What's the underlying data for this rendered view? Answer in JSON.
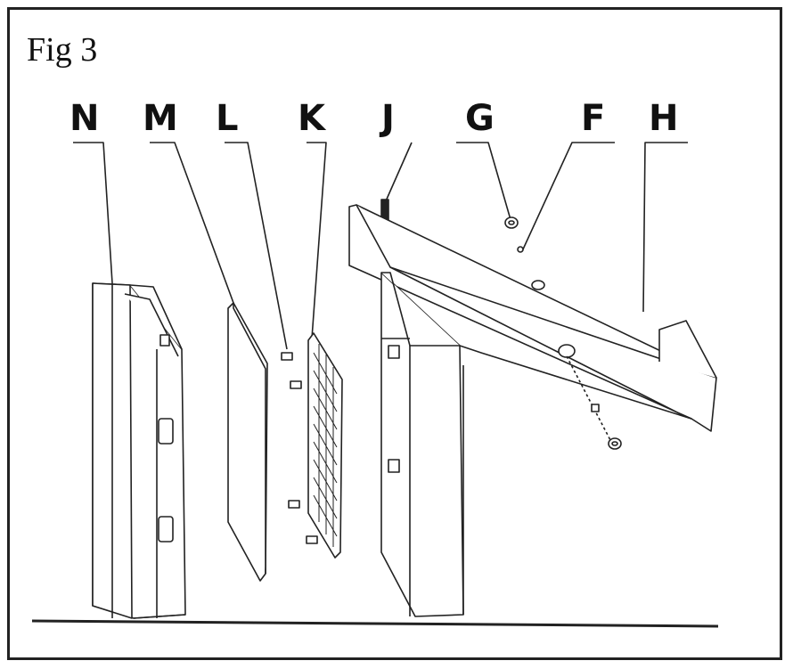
{
  "figure": {
    "title": "Fig 3"
  },
  "parts": [
    {
      "id": "N",
      "label": "N"
    },
    {
      "id": "M",
      "label": "M"
    },
    {
      "id": "L",
      "label": "L"
    },
    {
      "id": "K",
      "label": "K"
    },
    {
      "id": "J",
      "label": "J"
    },
    {
      "id": "G",
      "label": "G"
    },
    {
      "id": "F",
      "label": "F"
    },
    {
      "id": "H",
      "label": "H"
    }
  ]
}
